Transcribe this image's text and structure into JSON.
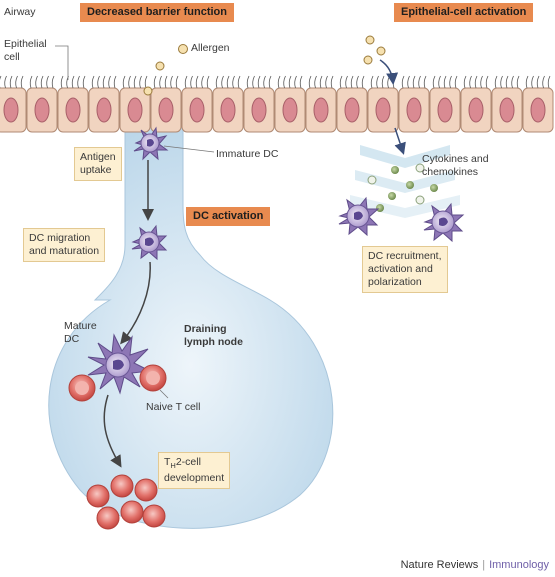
{
  "labels": {
    "airway": "Airway",
    "epithelial_cell": [
      "Epithelial",
      "cell"
    ],
    "allergen": "Allergen",
    "immature_dc": "Immature DC",
    "antigen_uptake": [
      "Antigen",
      "uptake"
    ],
    "dc_migration": [
      "DC migration",
      "and maturation"
    ],
    "mature_dc": [
      "Mature",
      "DC"
    ],
    "draining_lymph_node": [
      "Draining",
      "lymph node"
    ],
    "naive_t_cell": "Naive T cell",
    "th2_main": "T",
    "th2_sub": "H",
    "th2_rest": "2-cell",
    "th2_line2": "development",
    "cytokines": [
      "Cytokines and",
      "chemokines"
    ],
    "dc_recruitment": [
      "DC recruitment,",
      "activation and",
      "polarization"
    ]
  },
  "headers": {
    "decreased_barrier": "Decreased barrier function",
    "epithelial_activation": "Epithelial-cell activation",
    "dc_activation": "DC activation"
  },
  "footer": {
    "publisher": "Nature Reviews",
    "journal": "Immunology"
  },
  "colors": {
    "header_fill": "#e88a4f",
    "box_fill": "#fdf0d2",
    "epithelium": "#f1d4c0",
    "nucleus": "#d98a92",
    "dc_purple": "#8d76b5",
    "t_cell": "#d9534f",
    "lymph_fill": "#cfe3f0"
  }
}
